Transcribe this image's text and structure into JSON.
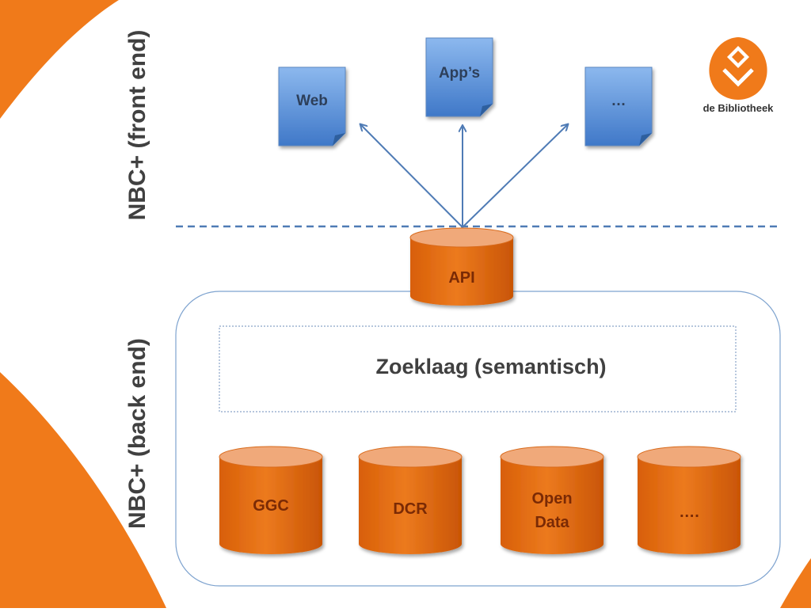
{
  "labels": {
    "front_end": "NBC+ (front end)",
    "back_end": "NBC+ (back end)"
  },
  "front_end_docs": [
    "Web",
    "App’s",
    "…"
  ],
  "api": "API",
  "search_layer": "Zoeklaag (semantisch)",
  "databases": [
    {
      "line1": "GGC",
      "line2": ""
    },
    {
      "line1": "DCR",
      "line2": ""
    },
    {
      "line1": "Open",
      "line2": "Data"
    },
    {
      "line1": "….",
      "line2": ""
    }
  ],
  "logo": {
    "text": "de Bibliotheek",
    "icon": "bibliotheek-logo-icon"
  },
  "colors": {
    "orange": "#f07a1a",
    "cylinder_body": "#e56c0f",
    "cylinder_top": "#f0a97a",
    "doc_blue": "#6a9fe0",
    "arrow_blue": "#4f7bb5",
    "text_gray": "#404040"
  }
}
